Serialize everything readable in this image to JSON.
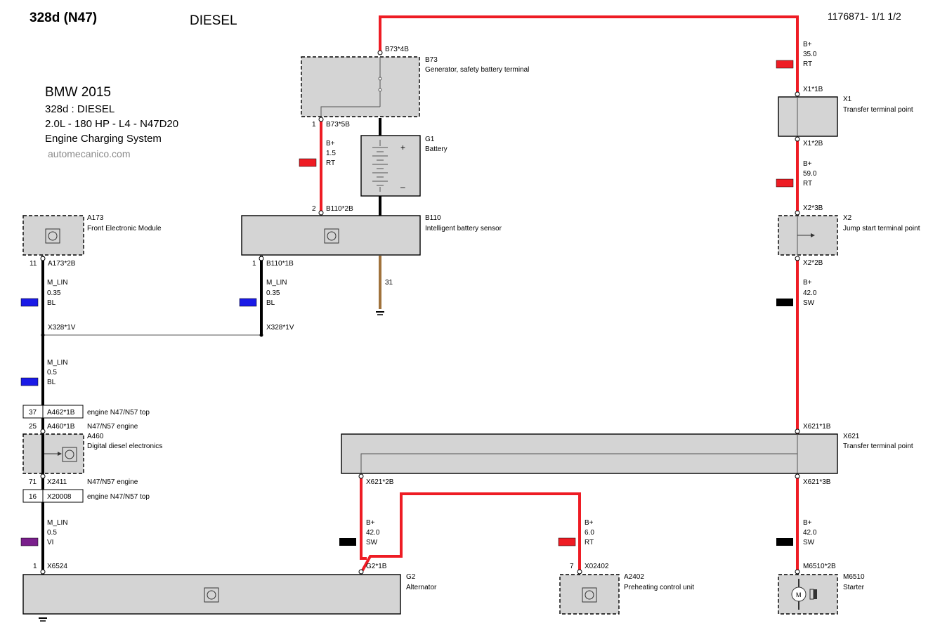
{
  "header": {
    "model": "328d (N47)",
    "fuel": "DIESEL",
    "doc_ref": "1176871- 1/1  1/2"
  },
  "info": {
    "line1": "BMW 2015",
    "line2": "328d  : DIESEL",
    "line3": "2.0L - 180 HP - L4 - N47D20",
    "line4": "Engine Charging System",
    "watermark": "automecanico.com"
  },
  "components": {
    "b73": {
      "code": "B73",
      "name": "Generator, safety battery terminal"
    },
    "g1": {
      "code": "G1",
      "name": "Battery",
      "plus": "+",
      "minus": "–"
    },
    "b110": {
      "code": "B110",
      "name": "Intelligent battery sensor"
    },
    "a173": {
      "code": "A173",
      "name": "Front Electronic Module"
    },
    "a460": {
      "code": "A460",
      "name": "Digital diesel electronics"
    },
    "x1": {
      "code": "X1",
      "name": "Transfer terminal point"
    },
    "x2": {
      "code": "X2",
      "name": "Jump start terminal point"
    },
    "x621": {
      "code": "X621",
      "name": "Transfer terminal point"
    },
    "g2": {
      "code": "G2",
      "name": "Alternator"
    },
    "a2402": {
      "code": "A2402",
      "name": "Preheating control unit"
    },
    "m6510": {
      "code": "M6510",
      "name": "Starter",
      "motor_letter": "M"
    }
  },
  "connectors": {
    "b73_4b": "B73*4B",
    "b73_5b": "B73*5B",
    "b73_5b_pin": "1",
    "b110_2b": "B110*2B",
    "b110_2b_pin": "2",
    "b110_1b": "B110*1B",
    "b110_1b_pin": "1",
    "a173_2b": "A173*2B",
    "a173_2b_pin": "11",
    "x328_left": "X328*1V",
    "x328_right": "X328*1V",
    "a462": "A462*1B",
    "a462_pin": "37",
    "a462_desc": "engine N47/N57 top",
    "a460_1b": "A460*1B",
    "a460_1b_pin": "25",
    "a460_1b_desc": "N47/N57 engine",
    "x2411": "X2411",
    "x2411_pin": "71",
    "x2411_desc": "N47/N57 engine",
    "x20008": "X20008",
    "x20008_pin": "16",
    "x20008_desc": "engine N47/N57 top",
    "x6524": "X6524",
    "x6524_pin": "1",
    "x1_1b": "X1*1B",
    "x1_2b": "X1*2B",
    "x2_3b": "X2*3B",
    "x2_2b": "X2*2B",
    "x621_1b": "X621*1B",
    "x621_2b": "X621*2B",
    "x621_3b": "X621*3B",
    "g2_1b": "G2*1B",
    "x02402": "X02402",
    "x02402_pin": "7",
    "m6510_2b": "M6510*2B",
    "ground_31": "31"
  },
  "wires": {
    "w_b73_b110": [
      "B+",
      "1.5",
      "RT"
    ],
    "w_top_x1": [
      "B+",
      "35.0",
      "RT"
    ],
    "w_x1_x2": [
      "B+",
      "59.0",
      "RT"
    ],
    "w_x2_x621": [
      "B+",
      "42.0",
      "SW"
    ],
    "w_a173": [
      "M_LIN",
      "0.35",
      "BL"
    ],
    "w_b110_lin": [
      "M_LIN",
      "0.35",
      "BL"
    ],
    "w_lin_a460": [
      "M_LIN",
      "0.5",
      "BL"
    ],
    "w_a460_g2": [
      "M_LIN",
      "0.5",
      "VI"
    ],
    "w_x621_g2": [
      "B+",
      "42.0",
      "SW"
    ],
    "w_a2402": [
      "B+",
      "6.0",
      "RT"
    ],
    "w_m6510": [
      "B+",
      "42.0",
      "SW"
    ]
  },
  "colors": {
    "RT": "#ee1c24",
    "SW": "#000000",
    "BL": "#1a1ae6",
    "VI": "#7a1f8c",
    "brown": "#a0723c",
    "box_fill": "#d4d4d4"
  }
}
